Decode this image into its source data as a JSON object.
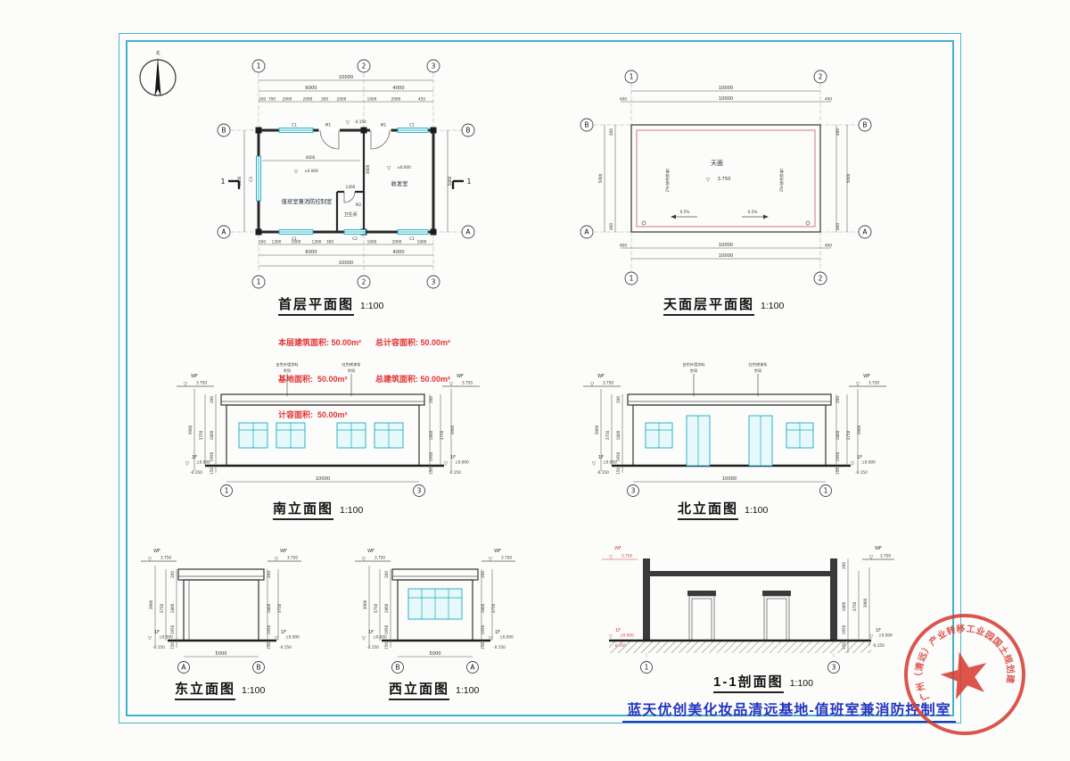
{
  "project": {
    "title_caption": "蓝天优创美化妆品清远基地-值班室兼消防控制室"
  },
  "north_arrow": {
    "label": "北"
  },
  "sym": {
    "level": "▽"
  },
  "titles": {
    "plan1": {
      "name": "首层平面图",
      "scale": "1:100"
    },
    "roof": {
      "name": "天面层平面图",
      "scale": "1:100"
    },
    "south": {
      "name": "南立面图",
      "scale": "1:100"
    },
    "north": {
      "name": "北立面图",
      "scale": "1:100"
    },
    "east": {
      "name": "东立面图",
      "scale": "1:100"
    },
    "west": {
      "name": "西立面图",
      "scale": "1:100"
    },
    "section": {
      "name": "1-1剖面图",
      "scale": "1:100"
    }
  },
  "areas": {
    "left": [
      "本层建筑面积: 50.00m²",
      "基地面积:  50.00m²",
      "计容面积:  50.00m²"
    ],
    "right": [
      "总计容面积: 50.00m²",
      "总建筑面积: 50.00m²"
    ]
  },
  "plan1": {
    "bubbles": {
      "g1": "1",
      "g2": "2",
      "g3": "3",
      "ga": "A",
      "gb": "B"
    },
    "dims": {
      "w_all": "10000",
      "w1": "6000",
      "w2": "4000",
      "h": "5000",
      "top_small": [
        "100",
        "700",
        "2000",
        "2000",
        "300",
        "2000",
        "1000",
        "2000",
        "450"
      ],
      "bot_small": [
        "100",
        "1300",
        "2000",
        "1300",
        "300",
        "1000",
        "2000",
        "1000"
      ],
      "room_w": "4600",
      "toilet_w": "1400",
      "mid_h": "3000"
    },
    "levels": {
      "floor": "±0.000",
      "out": "-0.150"
    },
    "rooms": {
      "duty": "值班室兼消防控制室",
      "mail": "收发室",
      "wc": "卫生间"
    },
    "tags": {
      "c1": "C1",
      "c2": "C2",
      "c3": "C3",
      "m1": "M1",
      "m2": "M2"
    },
    "section_no": "1"
  },
  "roof": {
    "bubbles": {
      "g1": "1",
      "g2": "2",
      "ga": "A",
      "gb": "B"
    },
    "label": "天面",
    "level": "3.750",
    "slope_x": "0.5%",
    "slope_y": "2%(结构找坡)",
    "dims": {
      "w": "10000",
      "edge": "400",
      "h": "5000"
    }
  },
  "ec": {
    "wf": "WF",
    "lvl_roof": "3.750",
    "f1": "1F",
    "lvl_floor": "±0.000",
    "lvl_out": "-0.150",
    "d200": "200",
    "d1800": "1800",
    "d1950": "1950",
    "d150": "150",
    "d3750": "3750",
    "d3900": "3900",
    "w10000": "10000",
    "w5000": "5000",
    "note1": "白色外墙涂料",
    "note2": "红色烤漆条",
    "note_same": "余同"
  },
  "stamp": {
    "ring": "广州（清远）产业转移工业园国土规划建设局"
  }
}
